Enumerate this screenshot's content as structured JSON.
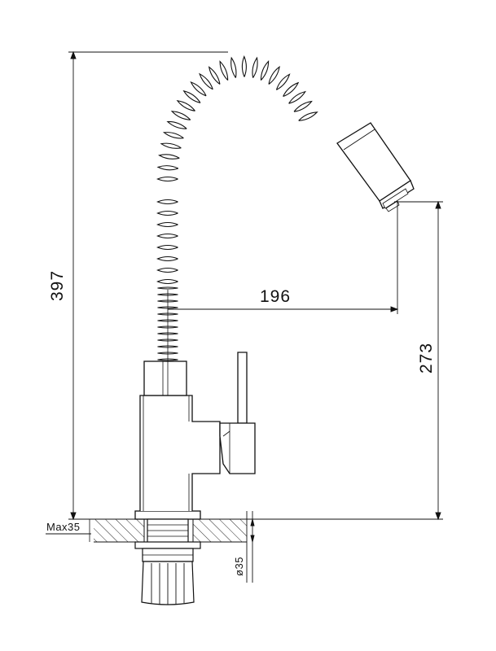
{
  "dimensions": {
    "total_height": "397",
    "spout_reach": "196",
    "spout_height": "273",
    "max_counter_thickness": "Max35",
    "hole_diameter": "ø35"
  },
  "colors": {
    "line": "#111111",
    "background": "#ffffff"
  }
}
